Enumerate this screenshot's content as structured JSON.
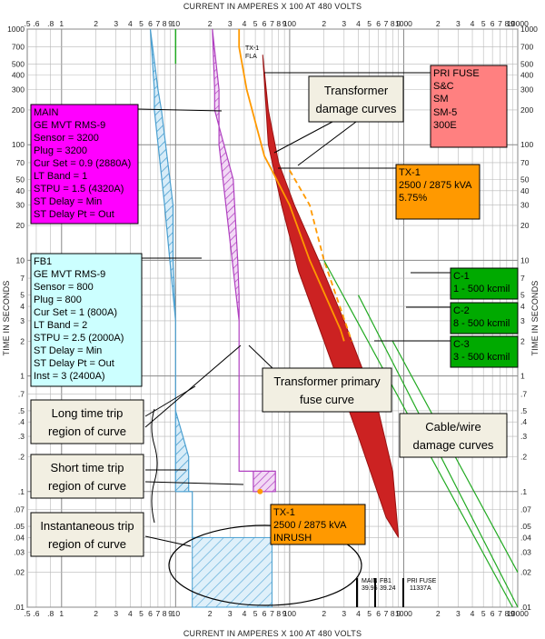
{
  "axes": {
    "x_title_top": "CURRENT IN AMPERES X 100 AT 480 VOLTS",
    "x_title_bottom": "CURRENT IN AMPERES X 100 AT 480 VOLTS",
    "y_title_left": "TIME IN SECONDS",
    "y_title_right": "TIME IN SECONDS",
    "x_ticks": [
      {
        "label": ".5",
        "value": 0.5
      },
      {
        "label": ".6",
        "value": 0.6
      },
      {
        "label": ".8",
        "value": 0.8
      },
      {
        "label": "1",
        "value": 1
      },
      {
        "label": "2",
        "value": 2
      },
      {
        "label": "3",
        "value": 3
      },
      {
        "label": "4",
        "value": 4
      },
      {
        "label": "5",
        "value": 5
      },
      {
        "label": "6",
        "value": 6
      },
      {
        "label": "7",
        "value": 7
      },
      {
        "label": "8",
        "value": 8
      },
      {
        "label": "9",
        "value": 9
      },
      {
        "label": "10",
        "value": 10
      },
      {
        "label": "2",
        "value": 20
      },
      {
        "label": "3",
        "value": 30
      },
      {
        "label": "4",
        "value": 40
      },
      {
        "label": "5",
        "value": 50
      },
      {
        "label": "6",
        "value": 60
      },
      {
        "label": "7",
        "value": 70
      },
      {
        "label": "8",
        "value": 80
      },
      {
        "label": "9",
        "value": 90
      },
      {
        "label": "100",
        "value": 100
      },
      {
        "label": "2",
        "value": 200
      },
      {
        "label": "3",
        "value": 300
      },
      {
        "label": "4",
        "value": 400
      },
      {
        "label": "5",
        "value": 500
      },
      {
        "label": "6",
        "value": 600
      },
      {
        "label": "7",
        "value": 700
      },
      {
        "label": "8",
        "value": 800
      },
      {
        "label": "9",
        "value": 900
      },
      {
        "label": "1000",
        "value": 1000
      },
      {
        "label": "2",
        "value": 2000
      },
      {
        "label": "3",
        "value": 3000
      },
      {
        "label": "4",
        "value": 4000
      },
      {
        "label": "5",
        "value": 5000
      },
      {
        "label": "6",
        "value": 6000
      },
      {
        "label": "7",
        "value": 7000
      },
      {
        "label": "8",
        "value": 8000
      },
      {
        "label": "9",
        "value": 9000
      },
      {
        "label": "10000",
        "value": 10000
      }
    ],
    "y_ticks": [
      {
        "label": "1000",
        "value": 1000
      },
      {
        "label": "700",
        "value": 700
      },
      {
        "label": "500",
        "value": 500
      },
      {
        "label": "400",
        "value": 400
      },
      {
        "label": "300",
        "value": 300
      },
      {
        "label": "200",
        "value": 200
      },
      {
        "label": "100",
        "value": 100
      },
      {
        "label": "70",
        "value": 70
      },
      {
        "label": "50",
        "value": 50
      },
      {
        "label": "40",
        "value": 40
      },
      {
        "label": "30",
        "value": 30
      },
      {
        "label": "20",
        "value": 20
      },
      {
        "label": "10",
        "value": 10
      },
      {
        "label": "7",
        "value": 7
      },
      {
        "label": "5",
        "value": 5
      },
      {
        "label": "4",
        "value": 4
      },
      {
        "label": "3",
        "value": 3
      },
      {
        "label": "2",
        "value": 2
      },
      {
        "label": "1",
        "value": 1
      },
      {
        "label": ".7",
        "value": 0.7
      },
      {
        "label": ".5",
        "value": 0.5
      },
      {
        "label": ".4",
        "value": 0.4
      },
      {
        "label": ".3",
        "value": 0.3
      },
      {
        "label": ".2",
        "value": 0.2
      },
      {
        "label": ".1",
        "value": 0.1
      },
      {
        "label": ".07",
        "value": 0.07
      },
      {
        "label": ".05",
        "value": 0.05
      },
      {
        "label": ".04",
        "value": 0.04
      },
      {
        "label": ".03",
        "value": 0.03
      },
      {
        "label": ".02",
        "value": 0.02
      },
      {
        "label": ".01",
        "value": 0.01
      }
    ]
  },
  "info_boxes": {
    "main": {
      "color": "#ff00ff",
      "lines": [
        "MAIN",
        "GE MVT RMS-9",
        "Sensor = 3200",
        "Plug = 3200",
        "Cur Set = 0.9 (2880A)",
        "LT Band = 1",
        "STPU = 1.5 (4320A)",
        "ST Delay = Min",
        "ST Delay Pt = Out"
      ]
    },
    "fb1": {
      "color": "#ccffff",
      "lines": [
        "FB1",
        "GE MVT RMS-9",
        "Sensor = 800",
        "Plug = 800",
        "Cur Set = 1 (800A)",
        "LT Band = 2",
        "STPU = 2.5 (2000A)",
        "ST Delay = Min",
        "ST Delay Pt = Out",
        "Inst = 3 (2400A)"
      ]
    },
    "pri_fuse": {
      "color": "#ff8080",
      "lines": [
        "PRI FUSE",
        "S&C",
        "SM",
        "SM-5",
        "300E"
      ]
    },
    "tx1": {
      "color": "#ff9900",
      "lines": [
        "TX-1",
        "2500 / 2875 kVA",
        "5.75%"
      ]
    },
    "tx1_inrush": {
      "color": "#ff9900",
      "lines": [
        "TX-1",
        "2500 / 2875 kVA",
        "INRUSH"
      ]
    },
    "cables": {
      "color": "#00aa00",
      "items": [
        {
          "lines": [
            "C-1",
            "1 - 500 kcmil"
          ]
        },
        {
          "lines": [
            "C-2",
            "8 - 500 kcmil"
          ]
        },
        {
          "lines": [
            "C-3",
            "3 - 500 kcmil"
          ]
        }
      ]
    }
  },
  "callouts": {
    "transformer_damage": [
      "Transformer",
      "damage curves"
    ],
    "transformer_fuse": [
      "Transformer primary",
      "fuse curve"
    ],
    "cable_damage": [
      "Cable/wire",
      "damage curves"
    ],
    "long_time": [
      "Long time trip",
      "region of curve"
    ],
    "short_time": [
      "Short time trip",
      "region of curve"
    ],
    "instantaneous": [
      "Instantaneous trip",
      "region of curve"
    ]
  },
  "marks": {
    "tx1_fla": [
      "TX-1",
      "FLA"
    ],
    "main_label": "MAIN",
    "main_value": "39.95",
    "fb1_label": "FB1",
    "fb1_value": "39.24",
    "prifuse_label": "PRI FUSE",
    "prifuse_value": "11337A"
  },
  "colors": {
    "fb1_curve": "#4a9fd0",
    "main_curve": "#b040c0",
    "fuse_curve": "#cc2222",
    "tx_damage": "#ff9900",
    "cable": "#22aa22",
    "grid": "#b8b8b8"
  },
  "chart_data": {
    "type": "line",
    "x_scale": "log",
    "y_scale": "log",
    "xlim": [
      0.5,
      10000
    ],
    "ylim": [
      0.01,
      1000
    ],
    "x_unit": "amperes x 100 at 480 volts",
    "y_unit": "seconds",
    "series": [
      {
        "name": "FB1",
        "x": [
          6,
          7,
          7.5,
          9.5,
          9.5,
          10,
          10,
          13,
          13,
          14,
          14,
          16,
          16,
          16,
          16,
          14,
          14,
          10,
          10,
          8,
          6.5,
          6.5,
          6
        ],
        "y": [
          1000,
          300,
          200,
          30,
          10,
          3,
          0.5,
          0.2,
          0.1,
          0.1,
          0.04,
          0.04,
          0.01,
          0.01,
          0.04,
          0.04,
          0.1,
          0.1,
          3,
          30,
          200,
          300,
          1000
        ]
      },
      {
        "name": "MAIN",
        "x": [
          21,
          22,
          22,
          32,
          35,
          36,
          36,
          48,
          48,
          75,
          75,
          36,
          36,
          24,
          24,
          21
        ],
        "y": [
          1000,
          300,
          200,
          50,
          10,
          5,
          0.15,
          0.15,
          0.1,
          0.1,
          0.15,
          0.15,
          3,
          100,
          300,
          1000
        ]
      },
      {
        "name": "PRI FUSE",
        "x": [
          58,
          65,
          80,
          110,
          180,
          300,
          600,
          800,
          900,
          700,
          400,
          200,
          120,
          85,
          65,
          58
        ],
        "y": [
          600,
          200,
          70,
          30,
          10,
          3,
          0.5,
          0.15,
          0.04,
          0.06,
          0.3,
          2,
          8,
          30,
          100,
          600
        ]
      },
      {
        "name": "TX-1 damage (solid)",
        "x": [
          36,
          36,
          42,
          60,
          70,
          100,
          150,
          280,
          300
        ],
        "y": [
          1000,
          700,
          300,
          80,
          60,
          30,
          10,
          2.5,
          2
        ]
      },
      {
        "name": "TX-1 damage (dashed)",
        "x": [
          100,
          150,
          200,
          350
        ],
        "y": [
          60,
          30,
          10,
          2
        ]
      },
      {
        "name": "C-1",
        "x": [
          200,
          9000
        ],
        "y": [
          10,
          0.01
        ]
      },
      {
        "name": "C-2",
        "x": [
          400,
          10000
        ],
        "y": [
          5,
          0.01
        ]
      },
      {
        "name": "C-3",
        "x": [
          800,
          10000
        ],
        "y": [
          2,
          0.02
        ]
      }
    ]
  }
}
